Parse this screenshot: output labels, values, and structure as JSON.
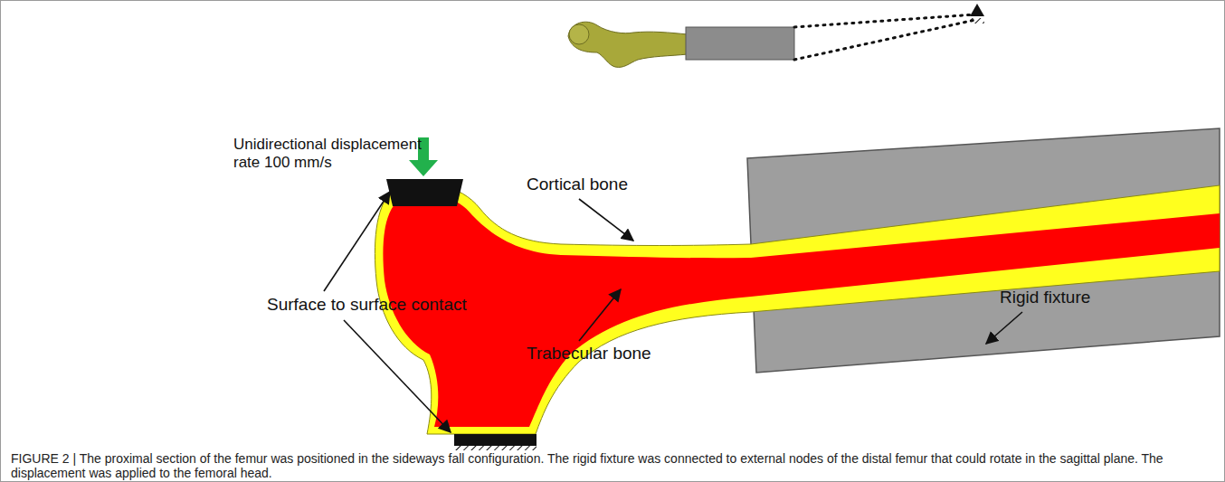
{
  "diagram": {
    "caption": "FIGURE 2 | The proximal section of the femur was positioned in the sideways fall configuration. The rigid fixture was connected to external nodes of the distal femur that could rotate in the sagittal plane. The displacement was applied to the femoral head.",
    "labels": [
      "Unidirectional displacement rate 100 mm/s",
      "Cortical bone",
      "Surface to surface contact",
      "Trabecular bone",
      "Rigid fixture"
    ]
  }
}
